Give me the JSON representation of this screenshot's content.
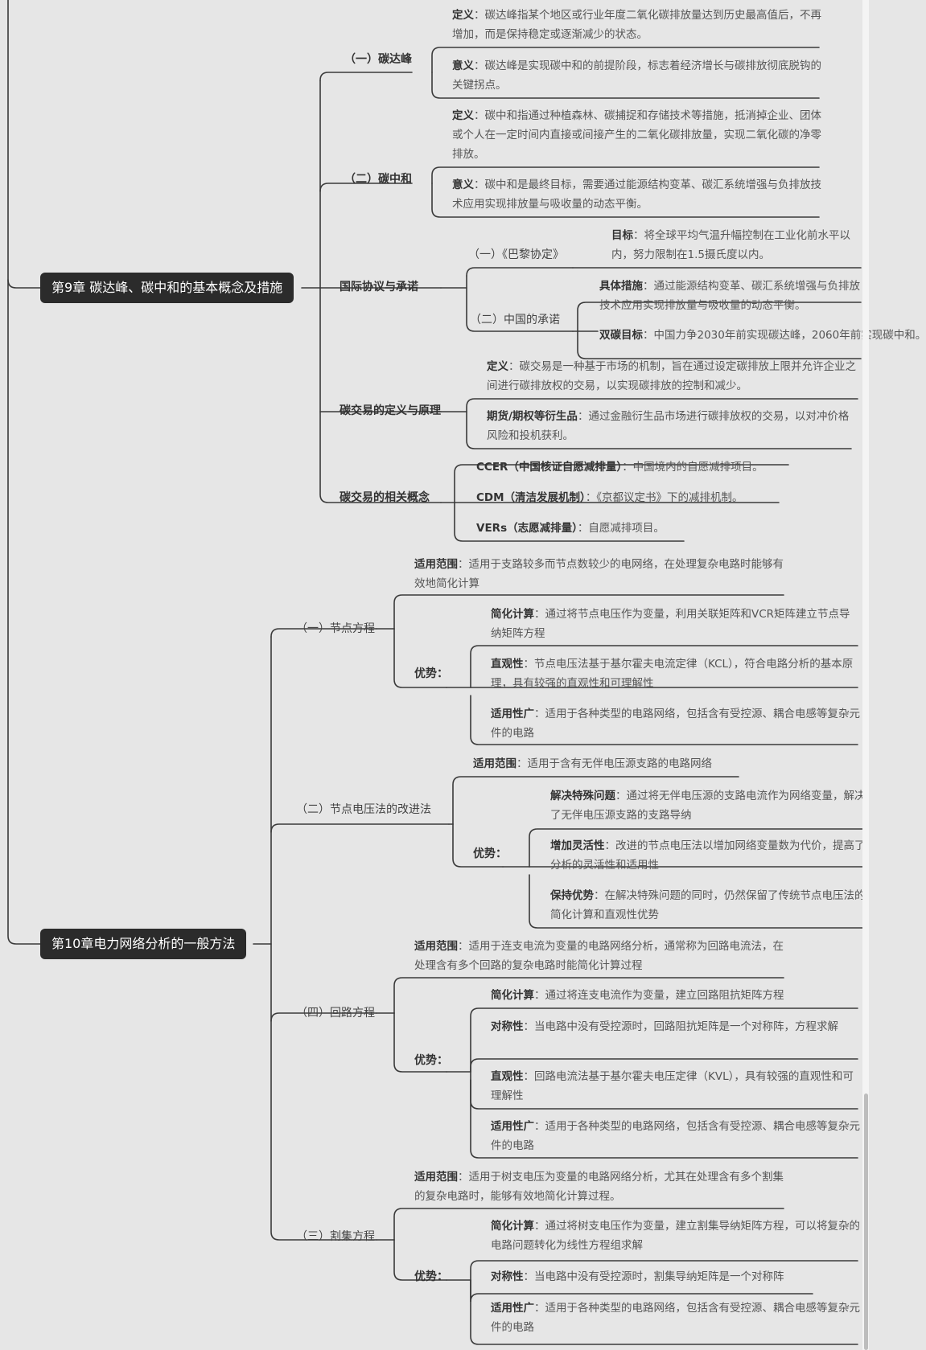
{
  "ch9": {
    "title": "第9章 碳达峰、碳中和的基本概念及措施",
    "peak": {
      "label": "（一）碳达峰",
      "def_k": "定义",
      "def_v": "：碳达峰指某个地区或行业年度二氧化碳排放量达到历史最高值后，不再增加，而是保持稳定或逐渐减少的状态。",
      "sig_k": "意义",
      "sig_v": "：碳达峰是实现碳中和的前提阶段，标志着经济增长与碳排放彻底脱钩的关键拐点。"
    },
    "neutral": {
      "label": "（二）碳中和",
      "def_k": "定义",
      "def_v": "：碳中和指通过种植森林、碳捕捉和存储技术等措施，抵消掉企业、团体或个人在一定时间内直接或间接产生的二氧化碳排放量，实现二氧化碳的净零排放。",
      "sig_k": "意义",
      "sig_v": "：碳中和是最终目标，需要通过能源结构变革、碳汇系统增强与负排放技术应用实现排放量与吸收量的动态平衡。"
    },
    "intl": {
      "label": "国际协议与承诺",
      "paris": "（一）《巴黎协定》",
      "goal_k": "目标",
      "goal_v": "：将全球平均气温升幅控制在工业化前水平以内，努力限制在1.5摄氏度以内。",
      "china": "（二）中国的承诺",
      "meas_k": "具体措施",
      "meas_v": "：通过能源结构变革、碳汇系统增强与负排放技术应用实现排放量与吸收量的动态平衡。",
      "dual_k": "双碳目标",
      "dual_v": "：中国力争2030年前实现碳达峰，2060年前实现碳中和。"
    },
    "trade": {
      "label": "碳交易的定义与原理",
      "def_k": "定义",
      "def_v": "：碳交易是一种基于市场的机制，旨在通过设定碳排放上限并允许企业之间进行碳排放权的交易，以实现碳排放的控制和减少。",
      "fut_k": "期货/期权等衍生品",
      "fut_v": "：通过金融衍生品市场进行碳排放权的交易，以对冲价格风险和投机获利。"
    },
    "concepts": {
      "label": "碳交易的相关概念",
      "ccer_k": "CCER（中国核证自愿减排量）",
      "ccer_v": "：中国境内的自愿减排项目。",
      "cdm_k": "CDM（清洁发展机制）",
      "cdm_v": "：《京都议定书》下的减排机制。",
      "vers_k": "VERs（志愿减排量）",
      "vers_v": "：自愿减排项目。"
    }
  },
  "ch10": {
    "title": "第10章电力网络分析的一般方法",
    "node": {
      "label": "（一）节点方程",
      "scope_k": "适用范围",
      "scope_v": "：适用于支路较多而节点数较少的电网络，在处理复杂电路时能够有效地简化计算",
      "adv": "优势：",
      "a1_k": "简化计算",
      "a1_v": "：通过将节点电压作为变量，利用关联矩阵和VCR矩阵建立节点导纳矩阵方程",
      "a2_k": "直观性",
      "a2_v": "：节点电压法基于基尔霍夫电流定律（KCL），符合电路分析的基本原理，具有较强的直观性和可理解性",
      "a3_k": "适用性广",
      "a3_v": "：适用于各种类型的电路网络，包括含有受控源、耦合电感等复杂元件的电路"
    },
    "improved": {
      "label": "（二）节点电压法的改进法",
      "scope_k": "适用范围",
      "scope_v": "：适用于含有无伴电压源支路的电路网络",
      "adv": "优势：",
      "a1_k": "解决特殊问题",
      "a1_v": "：通过将无伴电压源的支路电流作为网络变量，解决了无伴电压源支路的支路导纳",
      "a2_k": "增加灵活性",
      "a2_v": "：改进的节点电压法以增加网络变量数为代价，提高了分析的灵活性和适用性",
      "a3_k": "保持优势",
      "a3_v": "：在解决特殊问题的同时，仍然保留了传统节点电压法的简化计算和直观性优势"
    },
    "loop": {
      "label": "（四）回路方程",
      "scope_k": "适用范围",
      "scope_v": "：适用于连支电流为变量的电路网络分析，通常称为回路电流法，在处理含有多个回路的复杂电路时能简化计算过程",
      "adv": "优势：",
      "a1_k": "简化计算",
      "a1_v": "：通过将连支电流作为变量，建立回路阻抗矩阵方程",
      "a2_k": "对称性",
      "a2_v": "：当电路中没有受控源时，回路阻抗矩阵是一个对称阵，方程求解",
      "a3_k": "直观性",
      "a3_v": "：回路电流法基于基尔霍夫电压定律（KVL），具有较强的直观性和可理解性",
      "a4_k": "适用性广",
      "a4_v": "：适用于各种类型的电路网络，包括含有受控源、耦合电感等复杂元件的电路"
    },
    "cutset": {
      "label": "（三）割集方程",
      "scope_k": "适用范围",
      "scope_v": "：适用于树支电压为变量的电路网络分析，尤其在处理含有多个割集的复杂电路时，能够有效地简化计算过程。",
      "adv": "优势：",
      "a1_k": "简化计算",
      "a1_v": "：通过将树支电压作为变量，建立割集导纳矩阵方程，可以将复杂的电路问题转化为线性方程组求解",
      "a2_k": "对称性",
      "a2_v": "：当电路中没有受控源时，割集导纳矩阵是一个对称阵",
      "a3_k": "适用性广",
      "a3_v": "：适用于各种类型的电路网络，包括含有受控源、耦合电感等复杂元件的电路"
    }
  }
}
